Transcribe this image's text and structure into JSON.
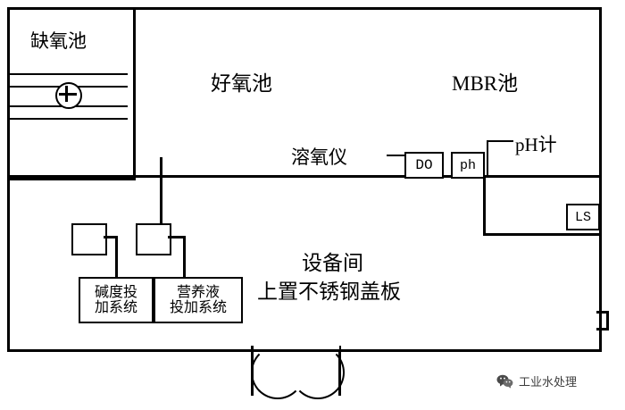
{
  "diagram": {
    "title_note": "MBR plant room layout plan",
    "rooms": {
      "anoxic": "缺氧池",
      "aerobic": "好氧池",
      "mbr": "MBR池",
      "equipment_line1": "设备间",
      "equipment_line2": "上置不锈钢盖板"
    },
    "instruments": {
      "do_label": "溶氧仪",
      "do_tag": "DO",
      "ph_tag": "ph",
      "ph_label": "pH计",
      "ls_tag": "LS"
    },
    "dosing": {
      "alkali": "碱度投\n加系统",
      "alkali_line1": "碱度投",
      "alkali_line2": "加系统",
      "nutrient_line1": "营养液",
      "nutrient_line2": "投加系统"
    },
    "footer": {
      "account": "工业水处理",
      "icon": "wechat-icon"
    },
    "colors": {
      "stroke": "#000000",
      "background": "#ffffff",
      "footer_text": "#3d3d3d"
    }
  }
}
